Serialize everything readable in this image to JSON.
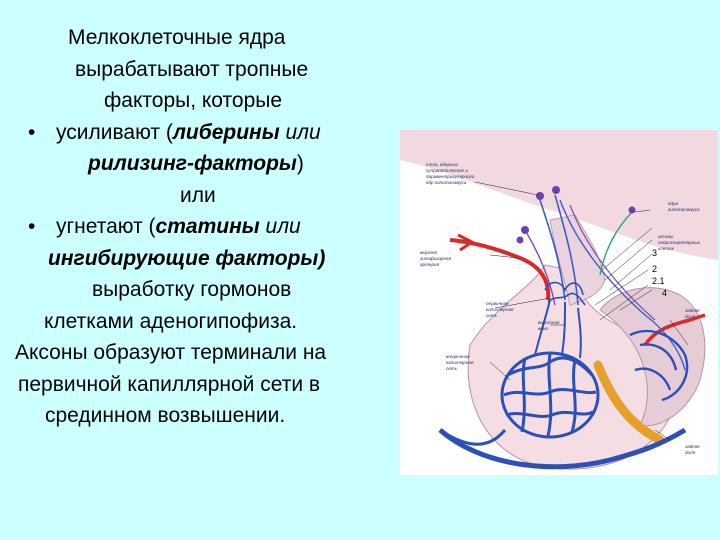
{
  "text": {
    "l1": "Мелкоклеточные ядра",
    "l2": "вырабатывают тропные",
    "l3": "факторы, которые",
    "bullet": "•",
    "l4_a": "усиливают (",
    "l4_b": "либерины",
    "l4_c": " или",
    "l5_a": "рилизинг-факторы",
    "l5_b": ")",
    "l6": "или",
    "l7_a": "угнетают (",
    "l7_b": "статины",
    "l7_c": " или",
    "l8": "ингибирующие факторы)",
    "l9": "выработку гормонов",
    "l10": "клетками аденогипофиза.",
    "l11": "Аксоны образуют терминали на",
    "l12": "первичной капиллярной сети в",
    "l13": "срединном возвышении."
  },
  "figure": {
    "label_top_1": "тела, ядерных",
    "label_top_2": "супраоптическое и",
    "label_top_3": "паравентрикулярного",
    "label_top_4": "ядр гипоталамуса",
    "label_artery_1": "верхняя",
    "label_artery_2": "гипофизарная",
    "label_artery_3": "артерия",
    "label_net_1": "первичная",
    "label_net_2": "капиллярная",
    "label_net_3": "сеть",
    "label_vein_1": "воротная",
    "label_vein_2": "вена",
    "label_sec_1": "вторичная",
    "label_sec_2": "капиллярная",
    "label_sec_3": "сеть",
    "label_r1": "ядра",
    "label_r2": "гипоталамуса",
    "label_r3": "аксоны",
    "label_r4": "нейросекреторных",
    "label_r5": "клеток",
    "label_r6": "задняя",
    "label_r7": "доля",
    "label_r8": "задняя",
    "label_r9": "доля",
    "num_3": "3",
    "num_2": "2",
    "num_21": "2.1",
    "num_4": "4"
  }
}
